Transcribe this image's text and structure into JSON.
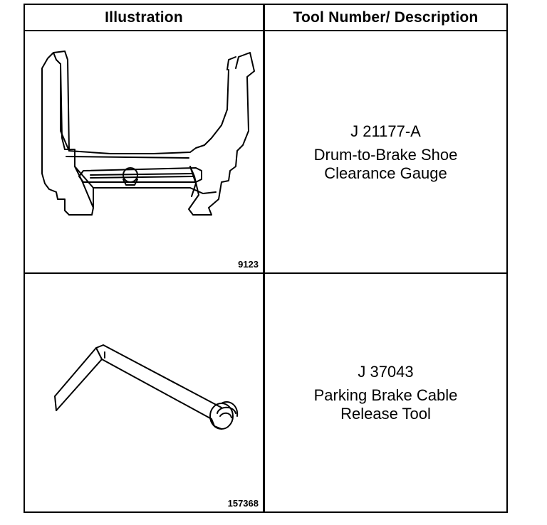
{
  "table": {
    "headers": {
      "illustration": "Illustration",
      "tool": "Tool Number/ Description"
    },
    "rows": [
      {
        "tool_number": "J 21177-A",
        "description_lines": [
          "Drum-to-Brake Shoe",
          "Clearance Gauge"
        ],
        "figure_number": "9123",
        "illustration_icon": "clearance-gauge-drawing"
      },
      {
        "tool_number": "J 37043",
        "description_lines": [
          "Parking Brake Cable",
          "Release Tool"
        ],
        "figure_number": "157368",
        "illustration_icon": "cable-release-tool-drawing"
      }
    ]
  }
}
